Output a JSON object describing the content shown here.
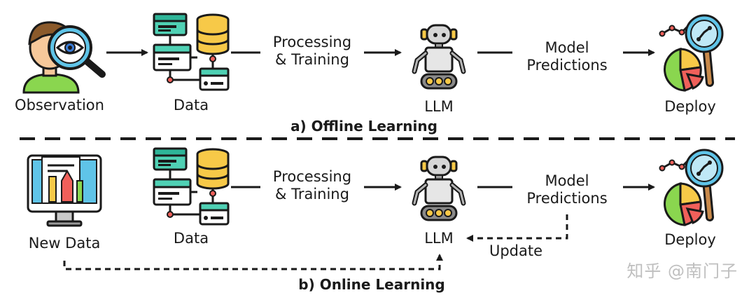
{
  "offline": {
    "observation": "Observation",
    "data": "Data",
    "processing_line1": "Processing",
    "processing_line2": "& Training",
    "llm": "LLM",
    "predictions_line1": "Model",
    "predictions_line2": "Predictions",
    "deploy": "Deploy",
    "caption": "a) Offline Learning"
  },
  "online": {
    "new_data": "New Data",
    "data": "Data",
    "processing_line1": "Processing",
    "processing_line2": "& Training",
    "llm": "LLM",
    "predictions_line1": "Model",
    "predictions_line2": "Predictions",
    "deploy": "Deploy",
    "update": "Update",
    "caption": "b) Online Learning"
  },
  "watermark": "知乎 @南门子",
  "colors": {
    "outline": "#1a1a1a",
    "teal": "#4fd1b4",
    "gold": "#f7c948",
    "red": "#f0605a",
    "green": "#8ad64f",
    "skin": "#f6c89a",
    "robot_grey": "#c9c9c9",
    "magnifier_blue": "#5fc4e8"
  },
  "icons": [
    "eye-magnifier-icon",
    "database-icon",
    "robot-icon",
    "pie-chart-magnifier-icon",
    "monitor-icon"
  ]
}
